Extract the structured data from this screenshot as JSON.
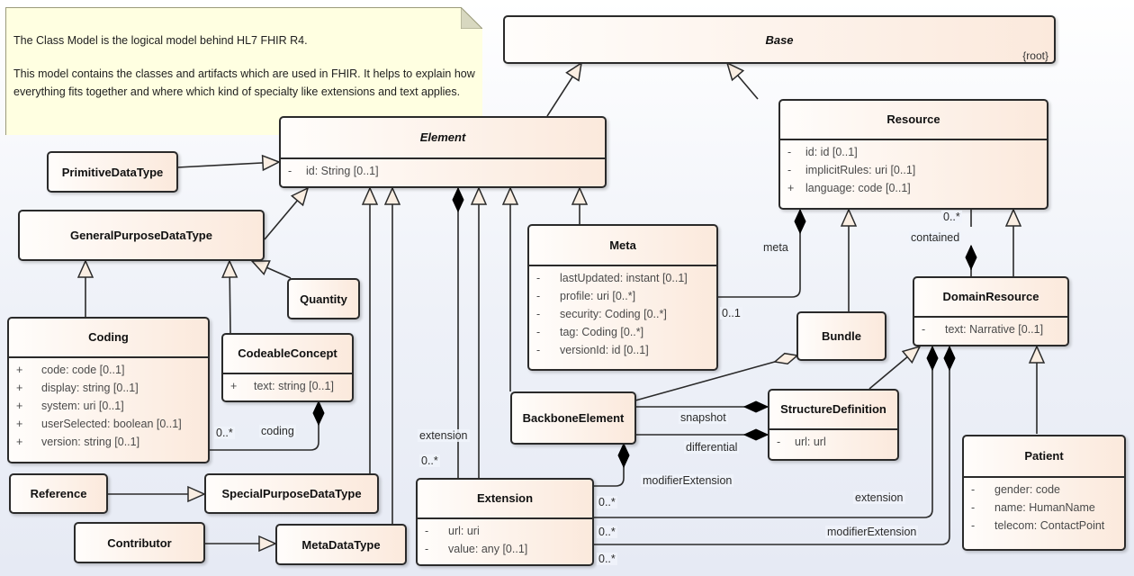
{
  "note": {
    "line1": "The Class Model is the logical model behind HL7 FHIR R4.",
    "line2": "This model contains the classes and artifacts which are used in FHIR. It helps to explain how everything fits together and where which kind of specialty like extensions and text applies."
  },
  "classes": {
    "base": {
      "name": "Base",
      "stereotype": "{root}"
    },
    "element": {
      "name": "Element",
      "attrs": [
        {
          "vis": "-",
          "text": "id: String [0..1]"
        }
      ]
    },
    "resource": {
      "name": "Resource",
      "attrs": [
        {
          "vis": "-",
          "text": "id: id [0..1]"
        },
        {
          "vis": "-",
          "text": "implicitRules: uri [0..1]"
        },
        {
          "vis": "+",
          "text": "language: code [0..1]"
        }
      ]
    },
    "primitive": {
      "name": "PrimitiveDataType"
    },
    "general": {
      "name": "GeneralPurposeDataType"
    },
    "quantity": {
      "name": "Quantity"
    },
    "coding": {
      "name": "Coding",
      "attrs": [
        {
          "vis": "+",
          "text": "code: code [0..1]"
        },
        {
          "vis": "+",
          "text": "display: string [0..1]"
        },
        {
          "vis": "+",
          "text": "system: uri [0..1]"
        },
        {
          "vis": "+",
          "text": "userSelected: boolean [0..1]"
        },
        {
          "vis": "+",
          "text": "version: string [0..1]"
        }
      ]
    },
    "codeable": {
      "name": "CodeableConcept",
      "attrs": [
        {
          "vis": "+",
          "text": "text: string [0..1]"
        }
      ]
    },
    "reference": {
      "name": "Reference"
    },
    "special": {
      "name": "SpecialPurposeDataType"
    },
    "contributor": {
      "name": "Contributor"
    },
    "metadatatype": {
      "name": "MetaDataType"
    },
    "meta": {
      "name": "Meta",
      "attrs": [
        {
          "vis": "-",
          "text": "lastUpdated: instant [0..1]"
        },
        {
          "vis": "-",
          "text": "profile: uri [0..*]"
        },
        {
          "vis": "-",
          "text": "security: Coding [0..*]"
        },
        {
          "vis": "-",
          "text": "tag: Coding [0..*]"
        },
        {
          "vis": "-",
          "text": "versionId: id [0..1]"
        }
      ]
    },
    "backbone": {
      "name": "BackboneElement"
    },
    "extension": {
      "name": "Extension",
      "attrs": [
        {
          "vis": "-",
          "text": "url: uri"
        },
        {
          "vis": "-",
          "text": "value: any [0..1]"
        }
      ]
    },
    "bundle": {
      "name": "Bundle"
    },
    "domain": {
      "name": "DomainResource",
      "attrs": [
        {
          "vis": "-",
          "text": "text: Narrative [0..1]"
        }
      ]
    },
    "structdef": {
      "name": "StructureDefinition",
      "attrs": [
        {
          "vis": "-",
          "text": "url: url"
        }
      ]
    },
    "patient": {
      "name": "Patient",
      "attrs": [
        {
          "vis": "-",
          "text": "gender: code"
        },
        {
          "vis": "-",
          "text": "name: HumanName"
        },
        {
          "vis": "-",
          "text": "telecom: ContactPoint"
        }
      ]
    }
  },
  "labels": {
    "coding_role": "coding",
    "coding_mult": "0..*",
    "meta_role": "meta",
    "meta_mult": "0..1",
    "contained_role": "contained",
    "contained_mult": "0..*",
    "ext_role": "extension",
    "ext_mult": "0..*",
    "modext_role": "modifierExtension",
    "snapshot": "snapshot",
    "differential": "differential",
    "dr_ext_role": "extension",
    "dr_modext_role": "modifierExtension",
    "ext_mult_1": "0..*",
    "ext_mult_2": "0..*",
    "ext_mult_3": "0..*"
  }
}
